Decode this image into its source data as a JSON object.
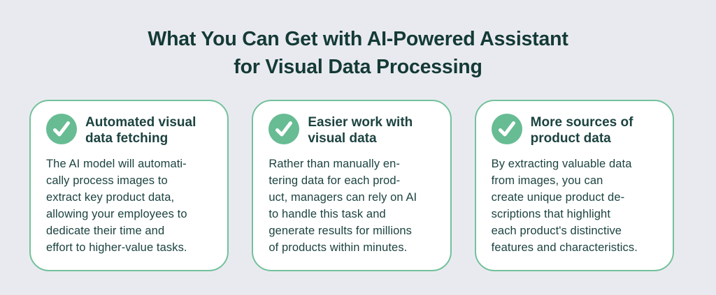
{
  "theme": {
    "bg": "#E9EAF0",
    "card_bg": "#FFFFFF",
    "border_green": "#73C19B",
    "icon_green": "#67BC93",
    "text_dark": "#1C4340",
    "title_color": "#143A36"
  },
  "title": "What You Can Get with AI-Powered Assistant\nfor Visual Data Processing",
  "cards": [
    {
      "icon": "check-circle",
      "heading": "Automated visual\ndata fetching",
      "body": "The AI model will automati-\ncally process images to\nextract key product data,\nallowing your employees to\ndedicate their time and\neffort to higher-value tasks."
    },
    {
      "icon": "check-circle",
      "heading": "Easier work with\nvisual data",
      "body": "Rather than manually en-\ntering data for each prod-\nuct, managers can rely on AI\nto handle this task and\ngenerate results for millions\nof products within minutes."
    },
    {
      "icon": "check-circle",
      "heading": "More sources of\nproduct data",
      "body": "By extracting valuable data\nfrom images, you can\ncreate unique product de-\nscriptions that highlight\neach product's distinctive\nfeatures and characteristics."
    }
  ]
}
